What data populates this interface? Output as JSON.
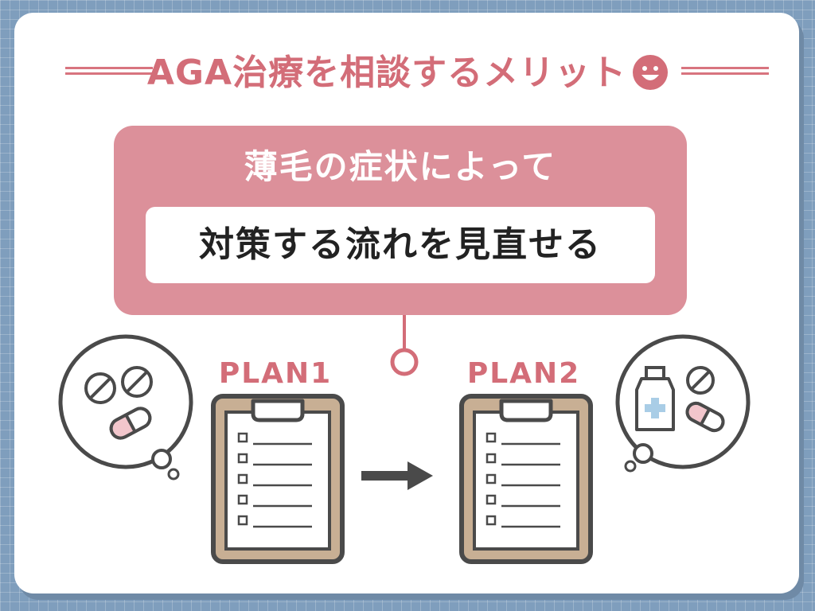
{
  "header": {
    "title": "AGA治療を相談するメリット",
    "icon": "smiley-face-icon"
  },
  "panel": {
    "line1": "薄毛の症状によって",
    "line2": "対策する流れを見直せる"
  },
  "plans": [
    {
      "label": "PLAN1",
      "icon": "clipboard-checklist-icon"
    },
    {
      "label": "PLAN2",
      "icon": "clipboard-checklist-icon"
    }
  ],
  "thought_bubbles": [
    {
      "icon": "pills-and-capsule-icon"
    },
    {
      "icon": "medicine-bottle-and-pills-icon"
    }
  ],
  "colors": {
    "background": "#7f9ebd",
    "card": "#ffffff",
    "accent": "#d36d78",
    "panel": "#dc909a",
    "clipboard": "#c8af94",
    "outline": "#4a4a4a"
  }
}
